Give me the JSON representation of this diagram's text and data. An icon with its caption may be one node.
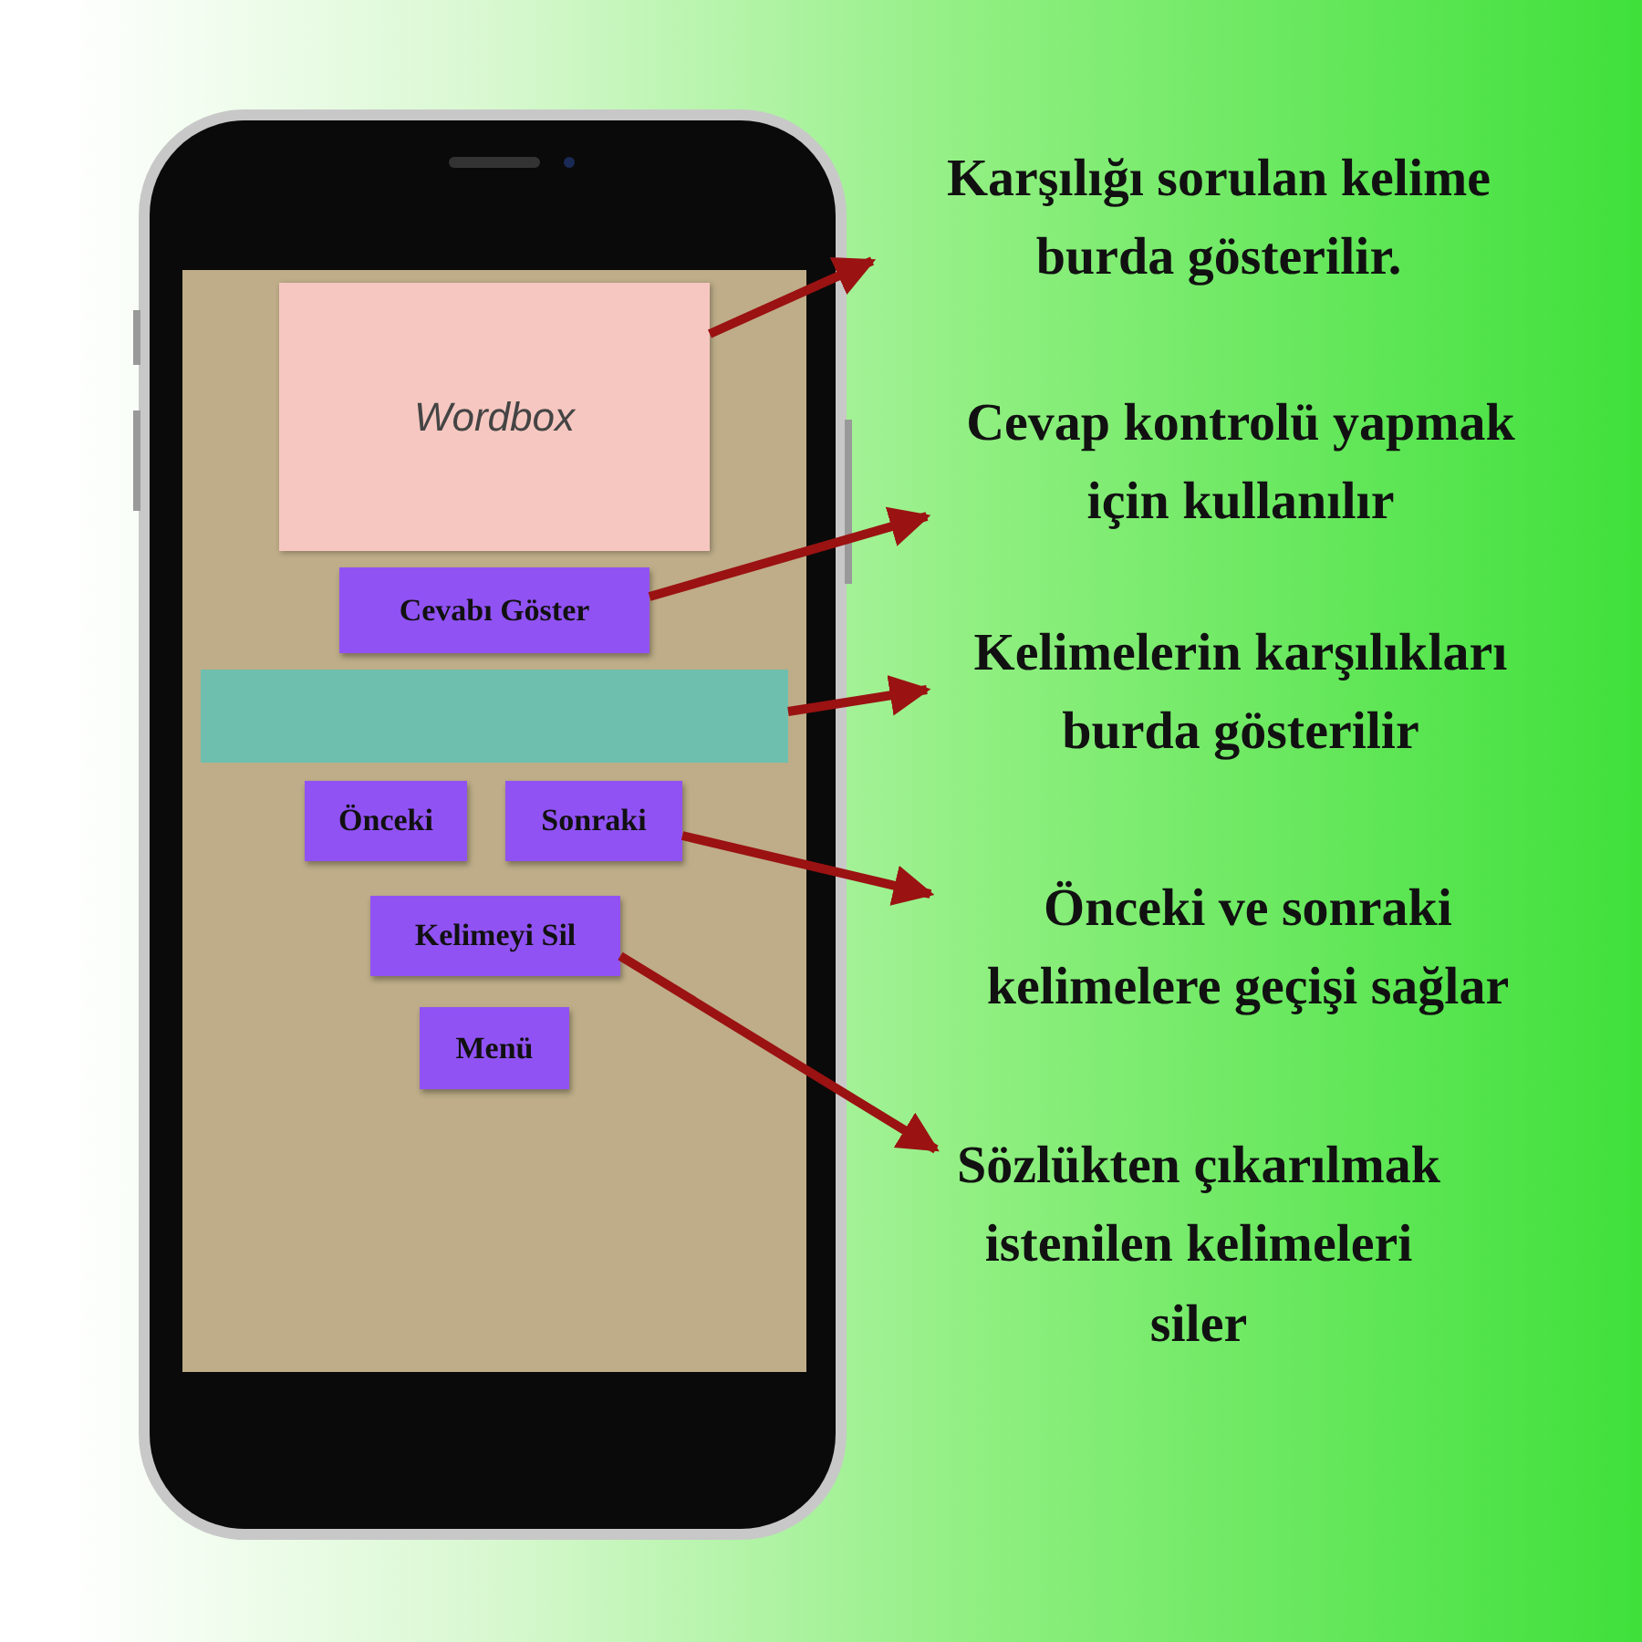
{
  "diagram": {
    "nodes": [
      {
        "text": [
          "Wordbox"
        ]
      },
      {
        "text": [
          "Cevabı Göster"
        ]
      },
      {
        "text": [],
        "shape": "box"
      },
      {
        "text": [
          "Önceki"
        ]
      },
      {
        "text": [
          "Sonraki"
        ]
      },
      {
        "text": [
          "Kelimeyi Sil"
        ]
      },
      {
        "text": [
          "Menü"
        ]
      },
      {
        "text": [
          "Karşılığı sorulan kelime burda gösterilir."
        ]
      },
      {
        "text": [
          "Cevap kontrolü yapmak için kullanılır"
        ]
      },
      {
        "text": [
          "Kelimelerin karşılıkları burda gösterilir"
        ]
      },
      {
        "text": [
          "Önceki ve sonraki kelimelere geçişi sağlar"
        ]
      },
      {
        "text": [
          "Sözlükten çıkarılmak istenilen kelimeleri siler"
        ]
      }
    ],
    "edges": [
      {
        "from": 0,
        "to": 7,
        "arrow": "to"
      },
      {
        "from": 1,
        "to": 8,
        "arrow": "to"
      },
      {
        "from": 2,
        "to": 9,
        "arrow": "to"
      },
      {
        "from": 4,
        "to": 10,
        "arrow": "to"
      },
      {
        "from": 5,
        "to": 11,
        "arrow": "to"
      }
    ]
  }
}
